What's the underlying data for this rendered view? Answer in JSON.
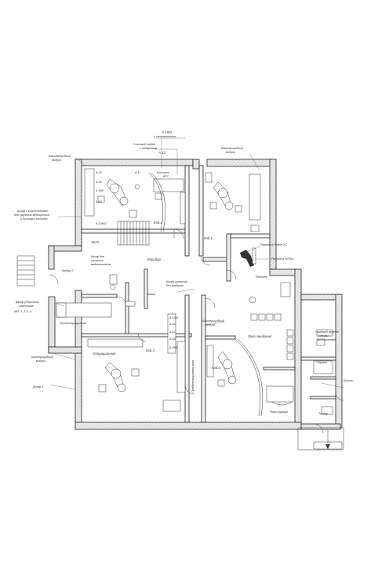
{
  "labels": {
    "a10m": "А-10М",
    "a10m_sub": "с интегральным",
    "gipsovy": "Гипсовый отдел",
    "gipsovy_sub": "с аппаратом",
    "a12": "А-12",
    "bakt_top_left": "Бактерицидный",
    "bakt_top_left_2": "модуль",
    "bakt_top_right": "Бактерицидный",
    "bakt_top_right_2": "модуль",
    "a10": "А-10",
    "a04a": "А-04",
    "a06b": "А-06Б",
    "a04b": "А-04",
    "a10mo": "А-10МО",
    "a11": "А-11",
    "kontakt": "Контакт",
    "kontakt_2": "ВТС",
    "kab2": "Каб.2",
    "kab1": "Каб.1",
    "planmeca": "Planmeca Proline XC",
    "planmeca_intra": "Planmeca INTRA",
    "rentgen": "Рентген",
    "shkaf_kont": "Шкаф с контейнерами",
    "shkaf_kont_2": "для хранения медицинских",
    "shkaf_kont_3": "и бытовых отходов",
    "holl": "Холл",
    "shkaf_med": "Шкаф для",
    "shkaf_med_2": "хранения",
    "shkaf_med_3": "медикаментов",
    "koridor": "Коридор",
    "tambur2": "Тамбур 2",
    "shkaf_bez": "Шкаф хранения",
    "shkaf_bez_2": "без градусов",
    "shkaf_uborki": "Шкаф уборочного",
    "shkaf_uborki_2": "инвентаря",
    "shkaf_uborki_3": "Каб. 1, 2, 3, 4",
    "posleop": "Послеоперационная",
    "a10m2": "А-10М",
    "a04c": "А-04",
    "a12b": "А-12",
    "a04d": "А-04",
    "a06c": "А-06Б",
    "bakt_mid": "Бактерицидный",
    "bakt_mid_2": "модуль",
    "zona_ozh": "Зона ожидания",
    "garderob": "Гардероб верхней",
    "garderob_2": "одежды",
    "garderob_3": "посетителей",
    "operatsionnaya": "Операционная",
    "kab4": "Каб.4",
    "kab3": "Каб.3",
    "ohrana": "Охрана",
    "bakt_bottom": "Бактерицидный",
    "bakt_bottom_2": "модуль",
    "bahily": "Бахилы",
    "dozor3": "Дозор 3",
    "registratura": "Регистрация",
    "tambur": "Тамбур",
    "zapas": "Запас",
    "predoperats": "Предоперационная зона"
  }
}
